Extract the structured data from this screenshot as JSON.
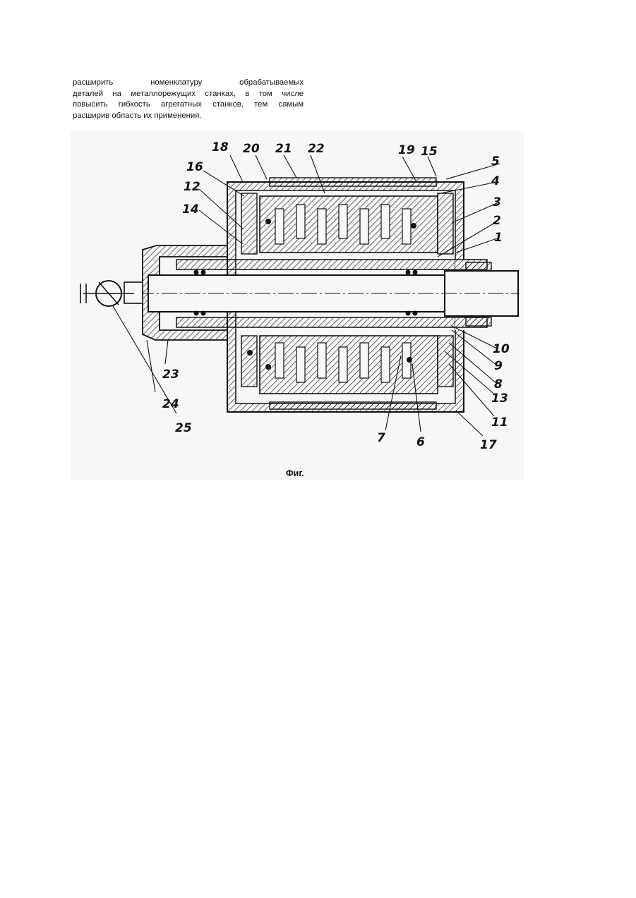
{
  "paragraph": {
    "lines": [
      "расширить номенклатуру обрабатываемых",
      "деталей на металлорежущих станках, в том числе",
      "повысить гибкость агрегатных станков, тем самым",
      "расширив область их применения."
    ]
  },
  "figure": {
    "caption": "Фиг.",
    "callouts": [
      "18",
      "20",
      "21",
      "22",
      "19",
      "15",
      "5",
      "16",
      "4",
      "12",
      "3",
      "14",
      "2",
      "1",
      "10",
      "9",
      "8",
      "13",
      "11",
      "17",
      "6",
      "7",
      "23",
      "24",
      "25"
    ]
  }
}
